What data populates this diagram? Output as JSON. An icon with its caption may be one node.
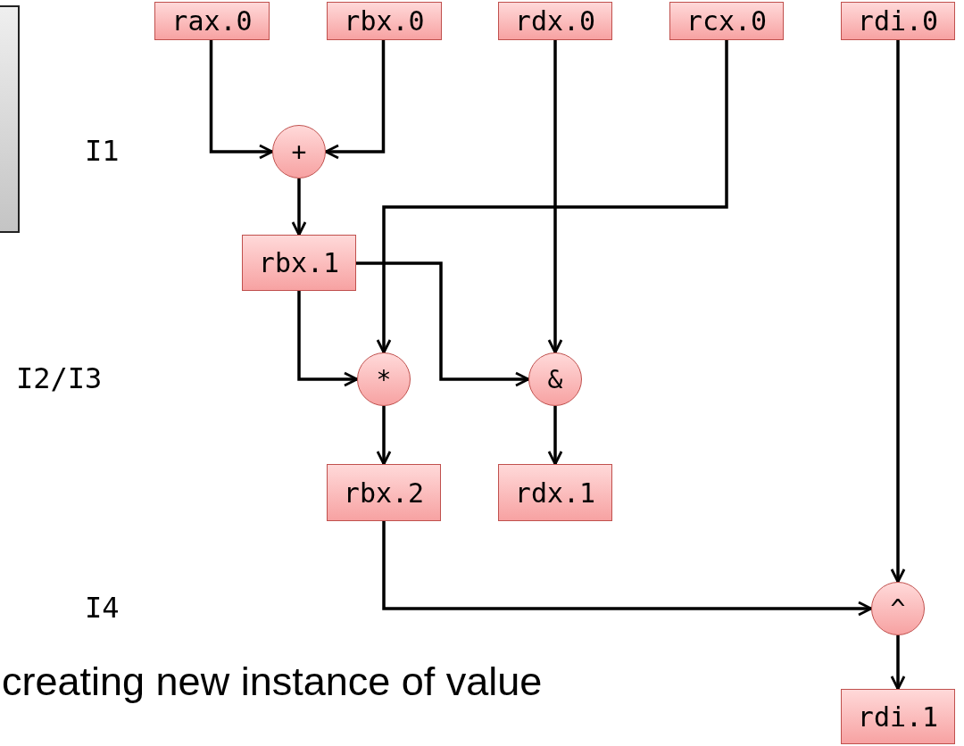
{
  "diagram": {
    "nodes": [
      {
        "text": [
          "rax.0"
        ]
      },
      {
        "text": [
          "rbx.0"
        ]
      },
      {
        "text": [
          "rdx.0"
        ]
      },
      {
        "text": [
          "rcx.0"
        ]
      },
      {
        "text": [
          "rdi.0"
        ]
      },
      {
        "text": [
          "+"
        ]
      },
      {
        "text": [
          "rbx.1"
        ]
      },
      {
        "text": [
          "*"
        ]
      },
      {
        "text": [
          "&"
        ]
      },
      {
        "text": [
          "rbx.2"
        ]
      },
      {
        "text": [
          "rdx.1"
        ]
      },
      {
        "text": [
          "^"
        ]
      },
      {
        "text": [
          "rdi.1"
        ]
      }
    ],
    "edges": [
      {
        "from": 0,
        "to": 5,
        "arrow": "to"
      },
      {
        "from": 1,
        "to": 5,
        "arrow": "to"
      },
      {
        "from": 5,
        "to": 6,
        "arrow": "to"
      },
      {
        "from": 3,
        "to": 7,
        "arrow": "to"
      },
      {
        "from": 2,
        "to": 8,
        "arrow": "to"
      },
      {
        "from": 6,
        "to": 7,
        "arrow": "to"
      },
      {
        "from": 6,
        "to": 8,
        "arrow": "to"
      },
      {
        "from": 7,
        "to": 9,
        "arrow": "to"
      },
      {
        "from": 8,
        "to": 10,
        "arrow": "to"
      },
      {
        "from": 9,
        "to": 11,
        "arrow": "to"
      },
      {
        "from": 4,
        "to": 11,
        "arrow": "to"
      },
      {
        "from": 11,
        "to": 12,
        "arrow": "to"
      }
    ],
    "labels": [
      "I1",
      "I2/I3",
      "I4",
      "creating new instance of value"
    ]
  }
}
